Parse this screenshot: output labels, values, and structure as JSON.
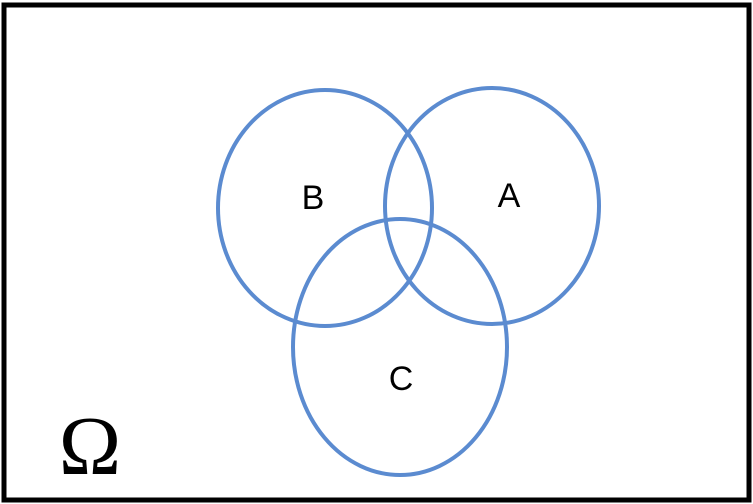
{
  "diagram": {
    "type": "venn",
    "universe_label": "Ω",
    "sets": [
      {
        "label": "A",
        "color": "#5B8BD0"
      },
      {
        "label": "B",
        "color": "#5B8BD0"
      },
      {
        "label": "C",
        "color": "#5B8BD0"
      }
    ],
    "frame_color": "#000000"
  }
}
